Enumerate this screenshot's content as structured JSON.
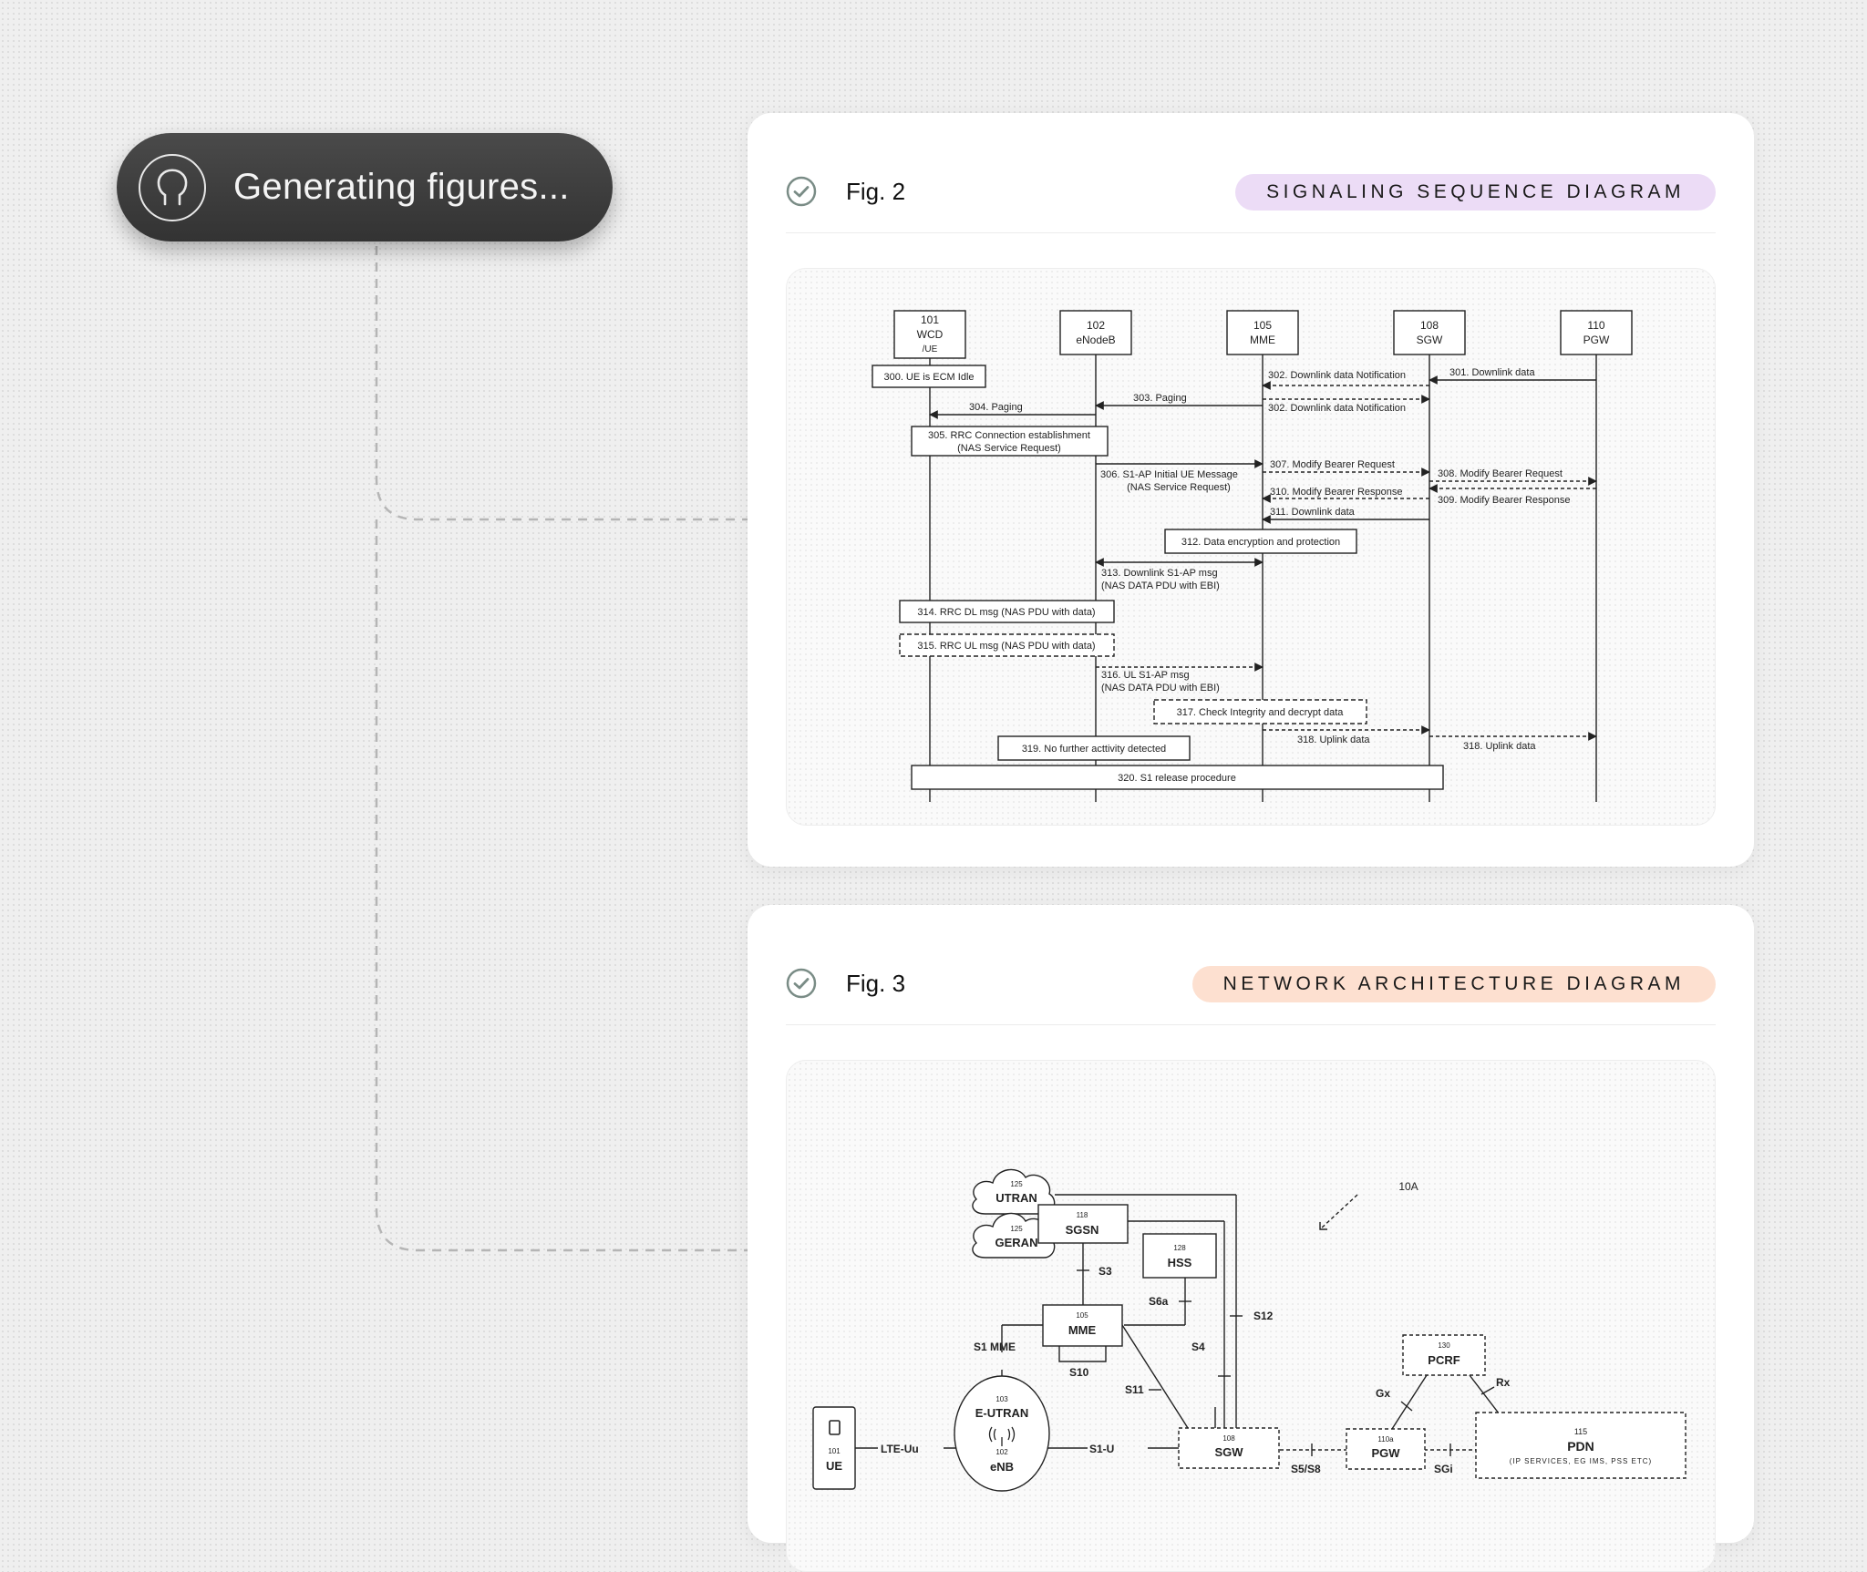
{
  "status": {
    "label": "Generating figures..."
  },
  "colors": {
    "accent_check": "#7a8c86",
    "tag_seq": "#ecdcf6",
    "tag_arch": "#fde0d0",
    "pill_bg": "#3c3c3c"
  },
  "icons": {
    "status_icon": "lightbulb-outline-icon",
    "done_icon": "check-circle-icon"
  },
  "figures": [
    {
      "label": "Fig. 2",
      "tag": "SIGNALING SEQUENCE DIAGRAM",
      "entities": [
        {
          "num": "101",
          "name": "WCD",
          "sub": "/UE"
        },
        {
          "num": "102",
          "name": "eNodeB"
        },
        {
          "num": "105",
          "name": "MME"
        },
        {
          "num": "108",
          "name": "SGW"
        },
        {
          "num": "110",
          "name": "PGW"
        }
      ],
      "steps": {
        "s300": "300. UE is ECM Idle",
        "s301": "301. Downlink data",
        "s302a": "302. Downlink data Notification",
        "s302b": "302. Downlink data Notification",
        "s303": "303. Paging",
        "s304": "304. Paging",
        "s305a": "305. RRC Connection establishment",
        "s305b": "(NAS Service Request)",
        "s306a": "306. S1-AP Initial UE Message",
        "s306b": "(NAS Service Request)",
        "s307": "307. Modify Bearer Request",
        "s308": "308. Modify Bearer Request",
        "s309": "309. Modify Bearer Response",
        "s310": "310. Modify Bearer Response",
        "s311": "311. Downlink data",
        "s312": "312. Data encryption and protection",
        "s313a": "313. Downlink S1-AP msg",
        "s313b": "(NAS DATA PDU with EBI)",
        "s314": "314. RRC DL msg (NAS PDU with data)",
        "s315": "315. RRC UL msg (NAS PDU with data)",
        "s316a": "316. UL S1-AP msg",
        "s316b": "(NAS DATA PDU with EBI)",
        "s317": "317. Check Integrity and decrypt data",
        "s318a": "318. Uplink data",
        "s318b": "318. Uplink data",
        "s319": "319. No further acttivity detected",
        "s320": "320. S1 release procedure"
      }
    },
    {
      "label": "Fig. 3",
      "tag": "NETWORK ARCHITECTURE DIAGRAM",
      "nodes": {
        "utran_num": "125",
        "utran": "UTRAN",
        "geran_num": "125",
        "geran": "GERAN",
        "sgsn_num": "118",
        "sgsn": "SGSN",
        "hss_num": "128",
        "hss": "HSS",
        "mme_num": "105",
        "mme": "MME",
        "eutran_num": "103",
        "eutran": "E-UTRAN",
        "enb_num": "102",
        "enb": "eNB",
        "ue_num": "101",
        "ue": "UE",
        "sgw_num": "108",
        "sgw": "SGW",
        "pgw_num": "110a",
        "pgw": "PGW",
        "pcrf_num": "130",
        "pcrf": "PCRF",
        "pdn_num": "115",
        "pdn": "PDN",
        "pdn_sub": "(IP SERVICES, EG IMS, PSS ETC)",
        "ref": "10A"
      },
      "interfaces": {
        "s3": "S3",
        "s6a": "S6a",
        "s12": "S12",
        "s1mme": "S1 MME",
        "s10": "S10",
        "s4": "S4",
        "s11": "S11",
        "lteuu": "LTE-Uu",
        "s1u": "S1-U",
        "s5s8": "S5/S8",
        "sgi": "SGi",
        "gx": "Gx",
        "rx": "Rx"
      }
    }
  ]
}
